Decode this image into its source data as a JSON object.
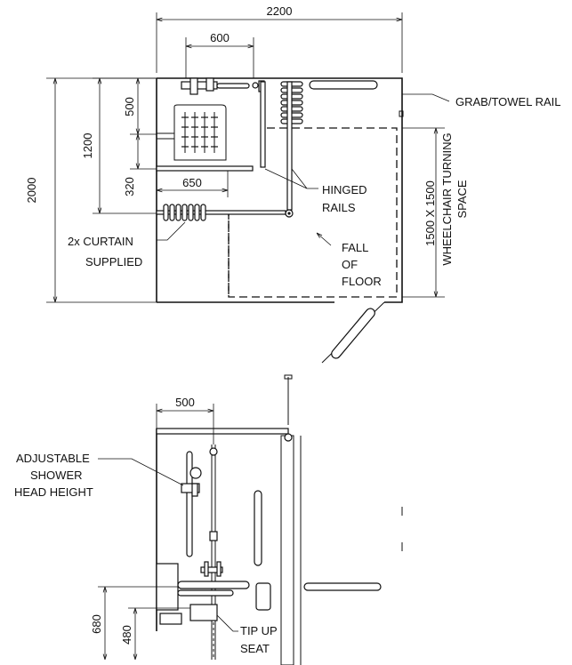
{
  "plan": {
    "dim_width": "2200",
    "dim_600": "600",
    "dim_650": "650",
    "dim_depth": "2000",
    "dim_1200": "1200",
    "dim_500": "500",
    "dim_320": "320",
    "label_grab_rail": "GRAB/TOWEL RAIL",
    "label_hinged_1": "HINGED",
    "label_hinged_2": "RAILS",
    "label_curtain_1": "2x CURTAIN",
    "label_curtain_2": "SUPPLIED",
    "label_fall_1": "FALL",
    "label_fall_2": "OF",
    "label_fall_3": "FLOOR",
    "label_turning_1": "1500 X 1500",
    "label_turning_2": "WHEELCHAIR TURNING",
    "label_turning_3": "SPACE"
  },
  "elevation": {
    "dim_500": "500",
    "dim_680": "680",
    "dim_480": "480",
    "label_adjustable_1": "ADJUSTABLE",
    "label_adjustable_2": "SHOWER",
    "label_adjustable_3": "HEAD HEIGHT",
    "label_tipup_1": "TIP UP",
    "label_tipup_2": "SEAT"
  }
}
